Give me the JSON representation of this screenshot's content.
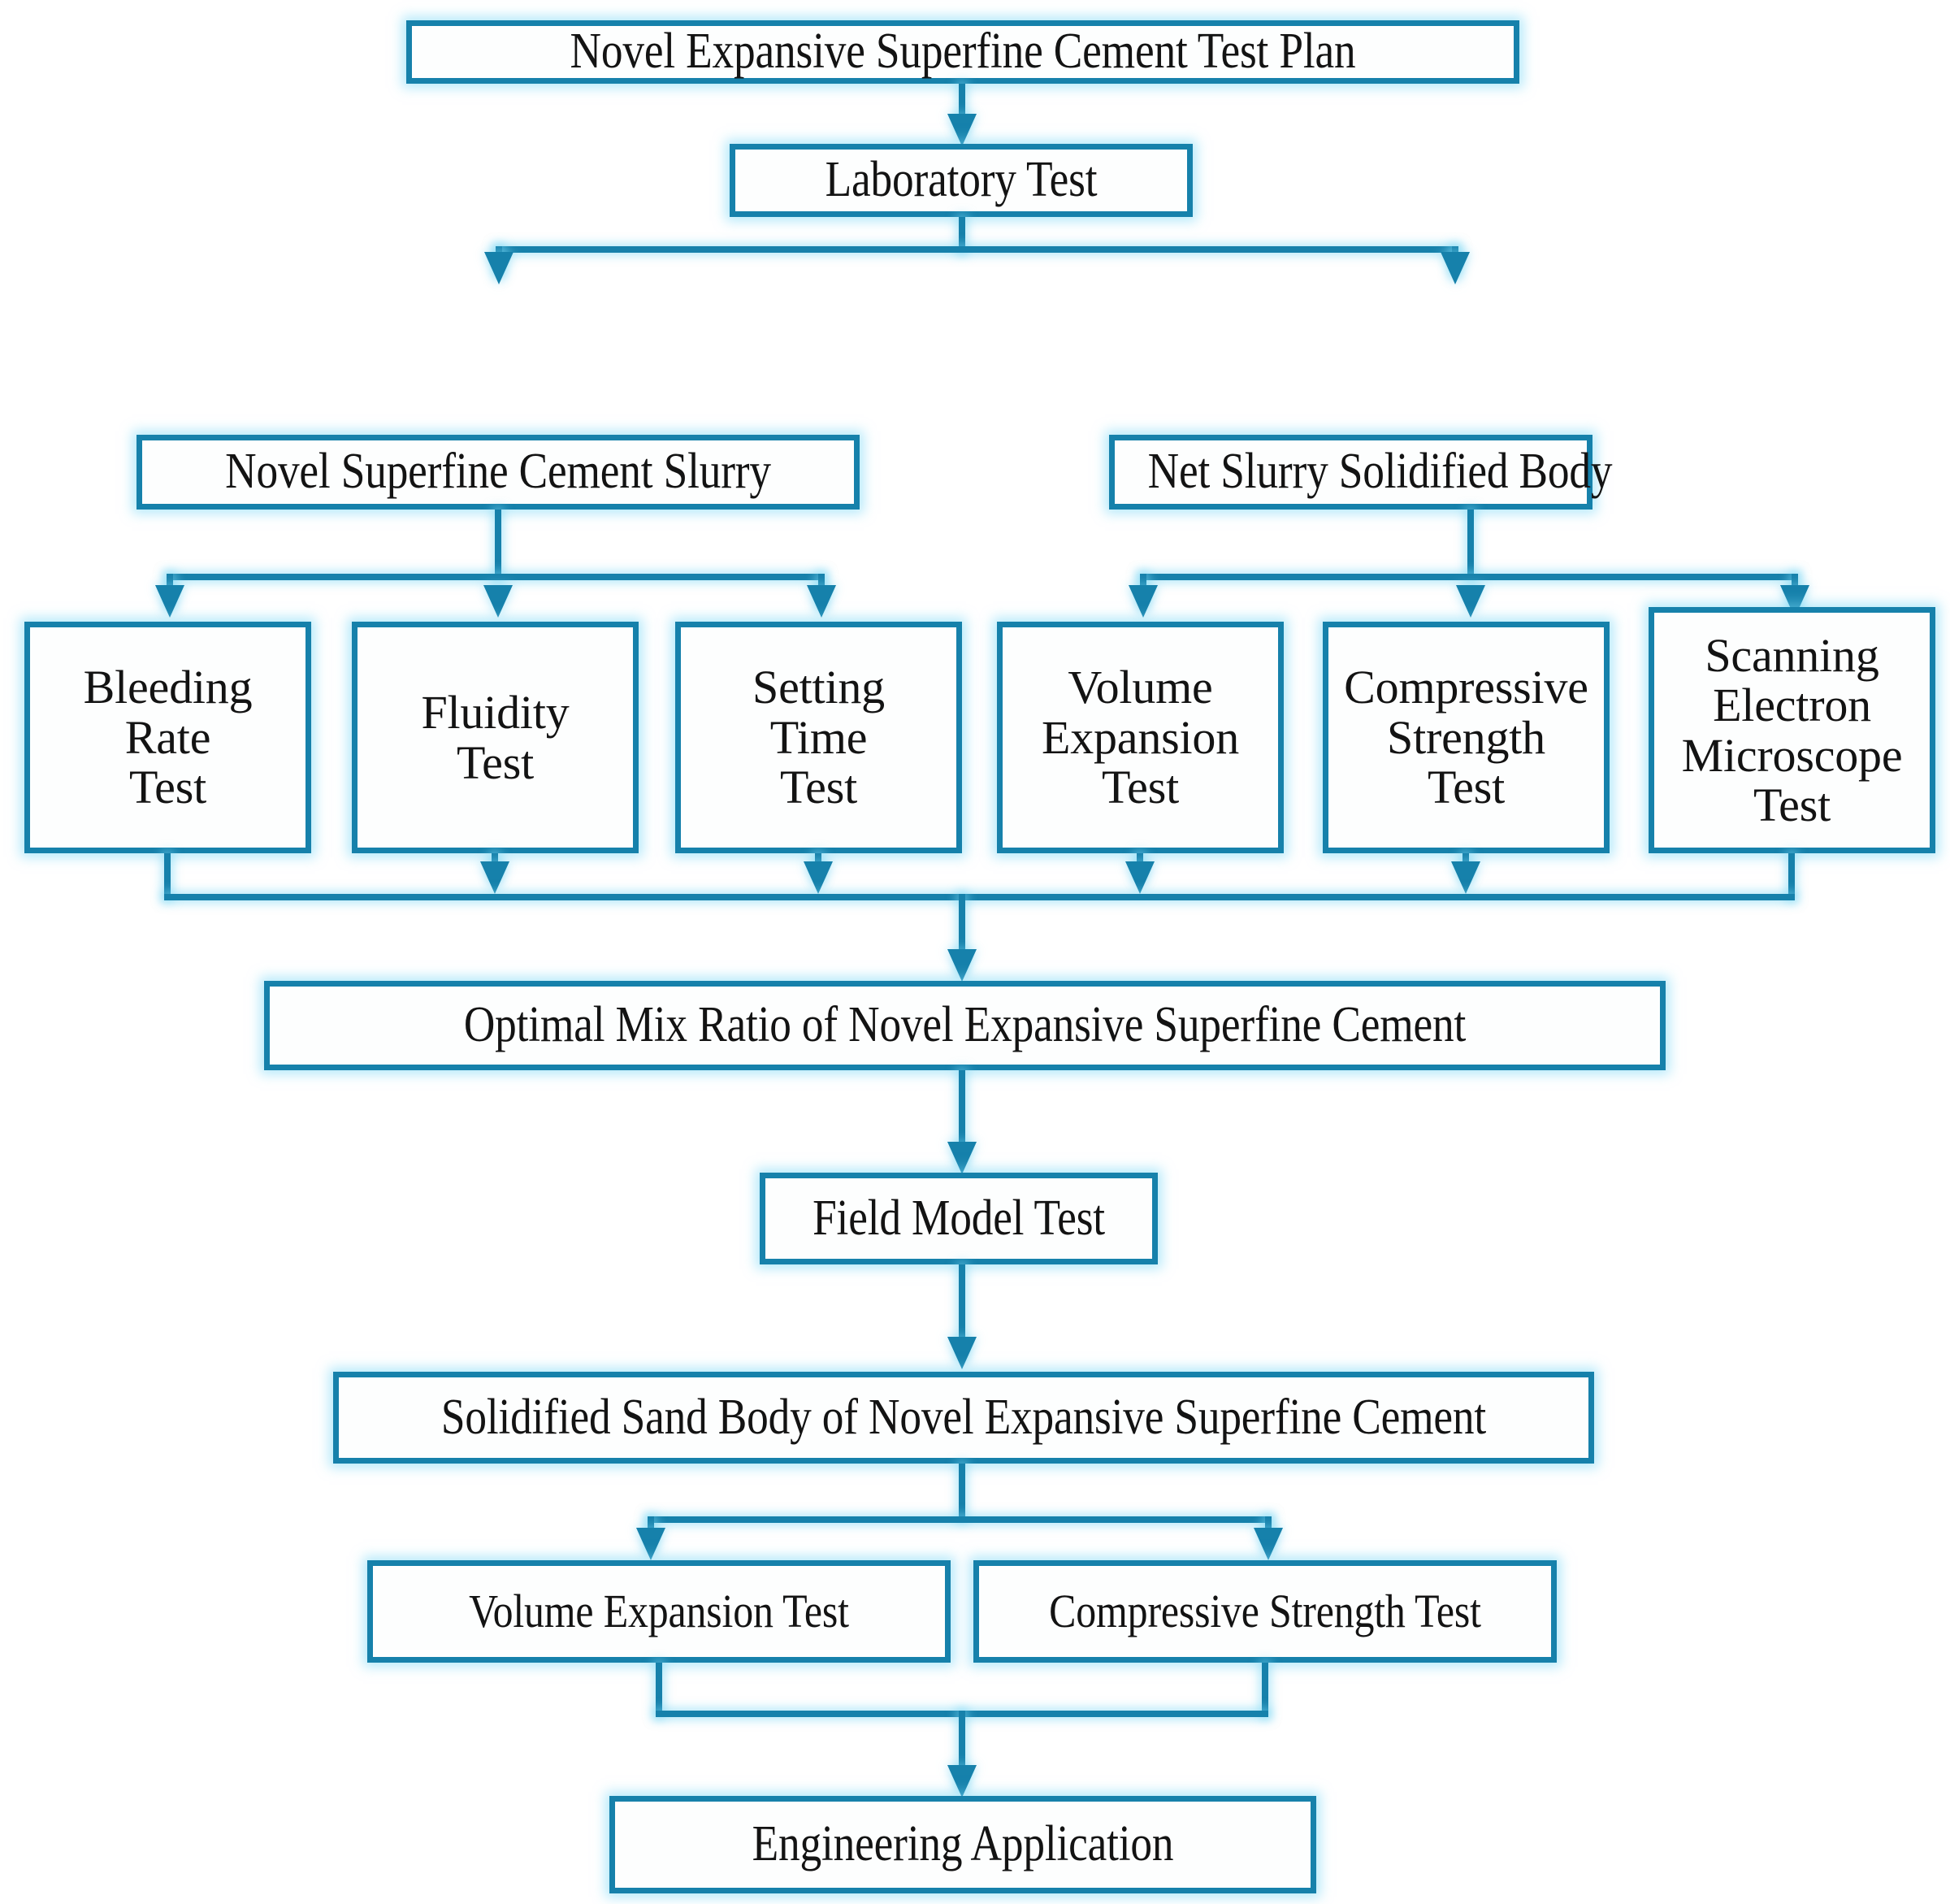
{
  "diagram": {
    "title": "Novel Expansive Superfine Cement Test Plan Flowchart",
    "accent_color": "#1681ab",
    "glow_color": "#78d7f5",
    "background_color": "#ffffff",
    "text_color": "#131313"
  },
  "nodes": {
    "test_plan": "Novel Expansive Superfine Cement Test Plan",
    "laboratory_test": "Laboratory Test",
    "cement_slurry": "Novel Superfine Cement Slurry",
    "solidified_body": "Net Slurry Solidified Body",
    "bleeding_rate_test": {
      "l1": "Bleeding",
      "l2": "Rate",
      "l3": "Test"
    },
    "fluidity_test": {
      "l1": "Fluidity",
      "l2": "Test"
    },
    "setting_time_test": {
      "l1": "Setting",
      "l2": "Time",
      "l3": "Test"
    },
    "volume_expansion_test": {
      "l1": "Volume",
      "l2": "Expansion",
      "l3": "Test"
    },
    "compressive_strength_test": {
      "l1": "Compressive",
      "l2": "Strength",
      "l3": "Test"
    },
    "sem_test": {
      "l1": "Scanning",
      "l2": "Electron",
      "l3": "Microscope",
      "l4": "Test"
    },
    "optimal_mix_ratio": "Optimal Mix Ratio of Novel Expansive Superfine Cement",
    "field_model_test": "Field Model Test",
    "solidified_sand_body": "Solidified Sand Body of Novel Expansive Superfine Cement",
    "volume_expansion_test_field": "Volume Expansion Test",
    "compressive_strength_test_field": "Compressive Strength Test",
    "engineering_application": "Engineering Application"
  }
}
